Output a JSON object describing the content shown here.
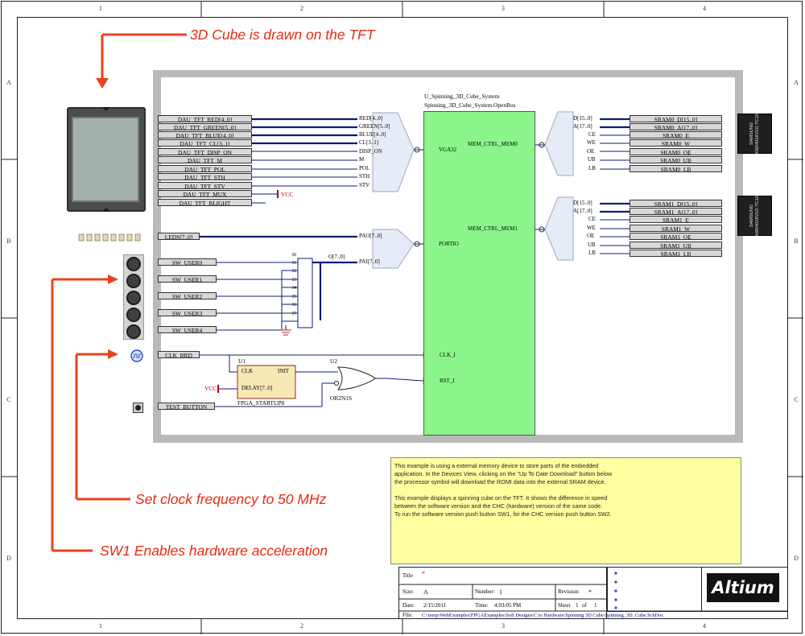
{
  "sheet": {
    "zones_top": [
      "1",
      "2",
      "3",
      "4"
    ],
    "zones_bottom": [
      "1",
      "2",
      "3",
      "4"
    ],
    "zones_left": [
      "A",
      "B",
      "C",
      "D"
    ],
    "zones_right": [
      "A",
      "B",
      "C",
      "D"
    ]
  },
  "annotations": {
    "cube": "3D Cube is drawn on the TFT",
    "clock": "Set clock frequency to 50 MHz",
    "sw1": "SW1 Enables hardware acceleration"
  },
  "tft_ports": [
    "DAU_TFT_RED[4..0]",
    "DAU_TFT_GREEN[5..0]",
    "DAU_TFT_BLUE[4..0]",
    "DAU_TFT_CL[3..1]",
    "DAU_TFT_DISP_ON",
    "DAU_TFT_M",
    "DAU_TFT_POL",
    "DAU_TFT_STH",
    "DAU_TFT_STV",
    "DAU_TFT_MUX",
    "DAU_TFT_BLIGHT"
  ],
  "vga_pins": [
    "RED[4..0]",
    "GREEN[5..0]",
    "BLUE[4..0]",
    "CL[3..1]",
    "DISP_ON",
    "M",
    "POL",
    "STH",
    "STV"
  ],
  "vga_bus": "VGA32",
  "vcc_label": "VCC",
  "leds_port": "LEDS[7..0]",
  "pao_pin": "PAO[7..0]",
  "pai_pin": "PAI[7..0]",
  "port_bus": "PORTIO",
  "switch_ports": [
    "SW_USER0",
    "SW_USER1",
    "SW_USER2",
    "SW_USER3",
    "SW_USER4"
  ],
  "concat_in": [
    "I0",
    "I1",
    "I2",
    "I3",
    "I4",
    "I5",
    "I6",
    "I7"
  ],
  "concat_out": "O[7..0]",
  "clk_port": "CLK_BRD",
  "test_port": "TEST_BUTTON",
  "u1": {
    "ref": "U1",
    "clk": "CLK",
    "init": "INIT",
    "delay": "DELAY[7..0]",
    "name": "FPGA_STARTUP8"
  },
  "u2": {
    "ref": "U2",
    "name": "OR2N1S"
  },
  "processor": {
    "title1": "U_Spinning_3D_Cube_System",
    "title2": "Spinning_3D_Cube_System.OpenBus",
    "mem0": "MEM_CTRL_MEM0",
    "mem1": "MEM_CTRL_MEM1",
    "clk": "CLK_I",
    "rst": "RST_I"
  },
  "mem_pins": [
    "D[15..0]",
    "A[17..0]",
    "CE",
    "WE",
    "OE",
    "UB",
    "LB"
  ],
  "sram0_ports": [
    "SRAM0_D[15..0]",
    "SRAM0_A[17..0]",
    "SRAM0_E",
    "SRAM0_W",
    "SRAM0_OE",
    "SRAM0_UB",
    "SRAM0_LB"
  ],
  "sram1_ports": [
    "SRAM1_D[15..0]",
    "SRAM1_A[17..0]",
    "SRAM1_E",
    "SRAM1_W",
    "SRAM1_OE",
    "SRAM1_UB",
    "SRAM1_LB"
  ],
  "chip_text": {
    "brand": "SAMSUNG",
    "part": "K6R4016V1D-TC10"
  },
  "note": [
    "This example is using a external memory device to store parts of the embedded",
    "application. In the Devices View, clicking on the \"Up To Date Download\" button below",
    "the processor symbol will download the ROMI data into the external SRAM device.",
    "",
    "This example displays a spinning cube on the TFT. It shows the difference in speed",
    "between the software version and the CHC (hardware) version of the same code.",
    "To run the software version push button SW1, for the CHC version push button SW2."
  ],
  "title_block": {
    "title_label": "Title",
    "title_value": "*",
    "size_label": "Size:",
    "size_value": "A",
    "number_label": "Number:",
    "number_value": "1",
    "revision_label": "Revision:",
    "revision_value": "*",
    "date_label": "Date:",
    "date_value": "2/15/2011",
    "time_label": "Time:",
    "time_value": "4:03:05 PM",
    "sheet_label": "Sheet",
    "sheet_value": "1",
    "of_label": "of",
    "of_value": "1",
    "file_label": "File:",
    "file_value": "C:\\temp\\WebExamples\\FPGAExamples\\Soft Designs\\C to Hardware\\Spinning 3D Cube\\Spinning_3D_Cube.SchDoc",
    "logo": "Altium"
  }
}
